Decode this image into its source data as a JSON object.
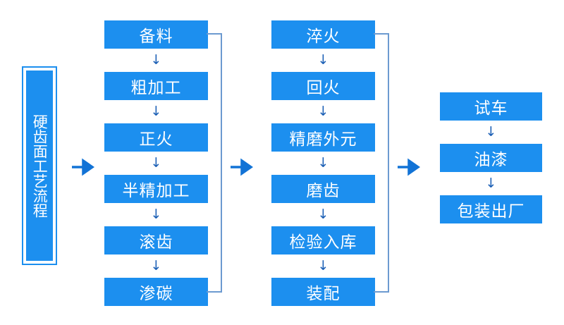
{
  "diagram": {
    "title_plaque": {
      "text": "硬齿面工艺流程",
      "border_color": "#1C8FEF",
      "fill_color": "#1C8FEF",
      "text_color": "#FFFFFF"
    },
    "box_fill_color": "#1C8FEF",
    "box_text_color": "#FFFFFF",
    "down_arrow_color": "#1B5FB5",
    "right_arrow_color": "#1273D6",
    "loop_line_color": "#6C9AD0",
    "down_arrow_glyph": "↓",
    "columns": [
      {
        "name": "column-1",
        "steps": [
          {
            "label": "备料"
          },
          {
            "label": "粗加工"
          },
          {
            "label": "正火"
          },
          {
            "label": "半精加工"
          },
          {
            "label": "滚齿"
          },
          {
            "label": "渗碳"
          }
        ]
      },
      {
        "name": "column-2",
        "steps": [
          {
            "label": "淬火"
          },
          {
            "label": "回火"
          },
          {
            "label": "精磨外元"
          },
          {
            "label": "磨齿"
          },
          {
            "label": "检验入库"
          },
          {
            "label": "装配"
          }
        ]
      },
      {
        "name": "column-3",
        "steps": [
          {
            "label": "试车"
          },
          {
            "label": "油漆"
          },
          {
            "label": "包装出厂"
          }
        ]
      }
    ]
  }
}
